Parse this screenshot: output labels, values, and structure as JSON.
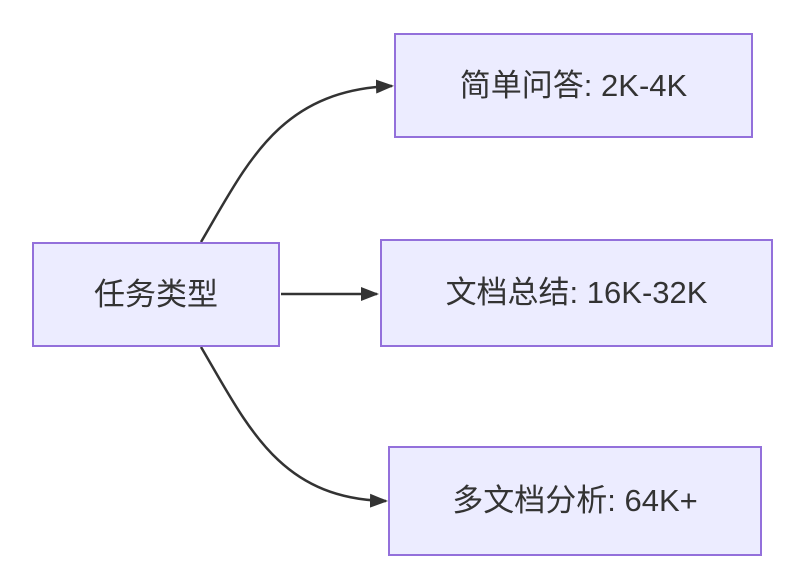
{
  "diagram": {
    "type": "flowchart-left-to-right",
    "background": "#FFFFFF",
    "style": {
      "node_fill": "#ECECFF",
      "node_border": "#9370DB",
      "edge_color": "#333333",
      "text_color": "#333333"
    },
    "nodes": {
      "root": {
        "label": "任务类型"
      },
      "simple_qa": {
        "label": "简单问答: 2K-4K"
      },
      "doc_summary": {
        "label": "文档总结: 16K-32K"
      },
      "multi_doc": {
        "label": "多文档分析: 64K+"
      }
    },
    "edges": [
      {
        "from": "任务类型",
        "to": "简单问答: 2K-4K"
      },
      {
        "from": "任务类型",
        "to": "文档总结: 16K-32K"
      },
      {
        "from": "任务类型",
        "to": "多文档分析: 64K+"
      }
    ]
  }
}
